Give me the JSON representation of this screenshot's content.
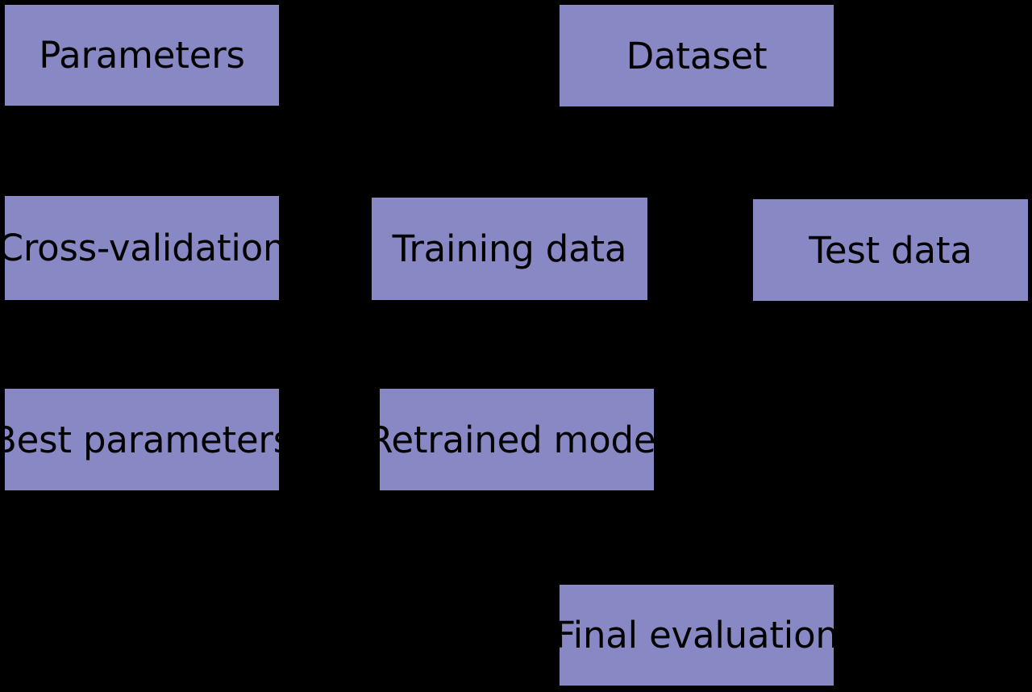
{
  "diagram": {
    "type": "flowchart",
    "background_color": "#000000",
    "node_fill_color": "#8788c4",
    "node_text_color": "#000000",
    "nodes": [
      {
        "id": "parameters",
        "label": "Parameters",
        "row": 1,
        "column": "left"
      },
      {
        "id": "dataset",
        "label": "Dataset",
        "row": 1,
        "column": "center"
      },
      {
        "id": "cross-validation",
        "label": "Cross-validation",
        "row": 2,
        "column": "left"
      },
      {
        "id": "training-data",
        "label": "Training data",
        "row": 2,
        "column": "center"
      },
      {
        "id": "test-data",
        "label": "Test data",
        "row": 2,
        "column": "right"
      },
      {
        "id": "best-parameters",
        "label": "Best parameters",
        "row": 3,
        "column": "left"
      },
      {
        "id": "retrained-model",
        "label": "Retrained model",
        "row": 3,
        "column": "center"
      },
      {
        "id": "final-evaluation",
        "label": "Final evaluation",
        "row": 4,
        "column": "center"
      }
    ]
  }
}
